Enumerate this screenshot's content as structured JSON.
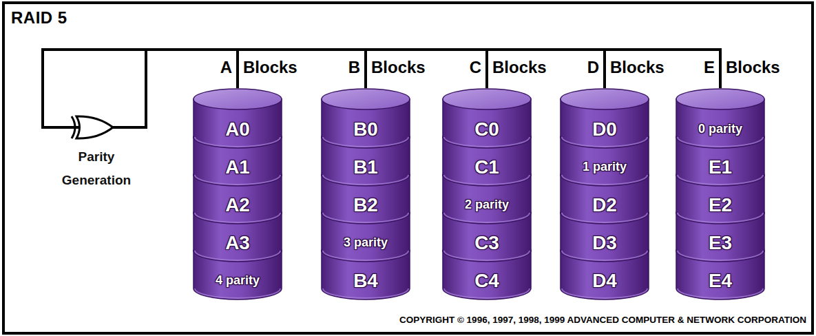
{
  "diagram": {
    "title": "RAID 5",
    "nodes": [
      {
        "text": [
          "Parity Generation"
        ]
      },
      {
        "text": [
          "A",
          "Blocks"
        ]
      },
      {
        "text": [
          "A0"
        ],
        "in": 1
      },
      {
        "text": [
          "A1"
        ],
        "in": 1
      },
      {
        "text": [
          "A2"
        ],
        "in": 1
      },
      {
        "text": [
          "A3"
        ],
        "in": 1
      },
      {
        "text": [
          "4 parity"
        ],
        "in": 1
      },
      {
        "text": [
          "B",
          "Blocks"
        ]
      },
      {
        "text": [
          "B0"
        ],
        "in": 7
      },
      {
        "text": [
          "B1"
        ],
        "in": 7
      },
      {
        "text": [
          "B2"
        ],
        "in": 7
      },
      {
        "text": [
          "3 parity"
        ],
        "in": 7
      },
      {
        "text": [
          "B4"
        ],
        "in": 7
      },
      {
        "text": [
          "C",
          "Blocks"
        ]
      },
      {
        "text": [
          "C0"
        ],
        "in": 13
      },
      {
        "text": [
          "C1"
        ],
        "in": 13
      },
      {
        "text": [
          "2 parity"
        ],
        "in": 13
      },
      {
        "text": [
          "C3"
        ],
        "in": 13
      },
      {
        "text": [
          "C4"
        ],
        "in": 13
      },
      {
        "text": [
          "D",
          "Blocks"
        ]
      },
      {
        "text": [
          "D0"
        ],
        "in": 19
      },
      {
        "text": [
          "1 parity"
        ],
        "in": 19
      },
      {
        "text": [
          "D2"
        ],
        "in": 19
      },
      {
        "text": [
          "D3"
        ],
        "in": 19
      },
      {
        "text": [
          "D4"
        ],
        "in": 19
      },
      {
        "text": [
          "E",
          "Blocks"
        ]
      },
      {
        "text": [
          "0 parity"
        ],
        "in": 25
      },
      {
        "text": [
          "E1"
        ],
        "in": 25
      },
      {
        "text": [
          "E2"
        ],
        "in": 25
      },
      {
        "text": [
          "E3"
        ],
        "in": 25
      },
      {
        "text": [
          "E4"
        ],
        "in": 25
      }
    ],
    "edges": [
      {
        "from": 0,
        "to": 1,
        "arrow": "none"
      },
      {
        "from": 0,
        "to": 7,
        "arrow": "none"
      },
      {
        "from": 0,
        "to": 13,
        "arrow": "none"
      },
      {
        "from": 0,
        "to": 19,
        "arrow": "none"
      },
      {
        "from": 0,
        "to": 25,
        "arrow": "none"
      }
    ],
    "labels": [
      "COPYRIGHT © 1996, 1997, 1998, 1999 ADVANCED COMPUTER & NETWORK CORPORATION"
    ]
  }
}
